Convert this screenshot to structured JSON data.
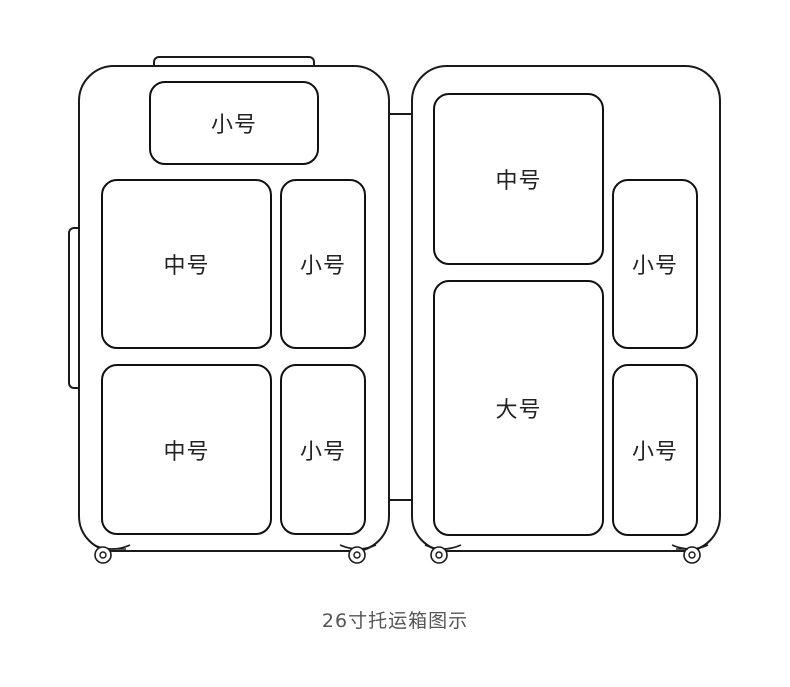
{
  "left_case": {
    "top_small": "小号",
    "mid_medium": "中号",
    "mid_small": "小号",
    "bottom_medium": "中号",
    "bottom_small": "小号"
  },
  "right_case": {
    "top_medium": "中号",
    "top_small": "小号",
    "large": "大号",
    "bottom_small": "小号"
  },
  "caption": "26寸托运箱图示",
  "colors": {
    "line": "#1a1a1a",
    "background": "#ffffff",
    "caption": "#555555"
  },
  "icons": [
    "wheel-icon"
  ]
}
